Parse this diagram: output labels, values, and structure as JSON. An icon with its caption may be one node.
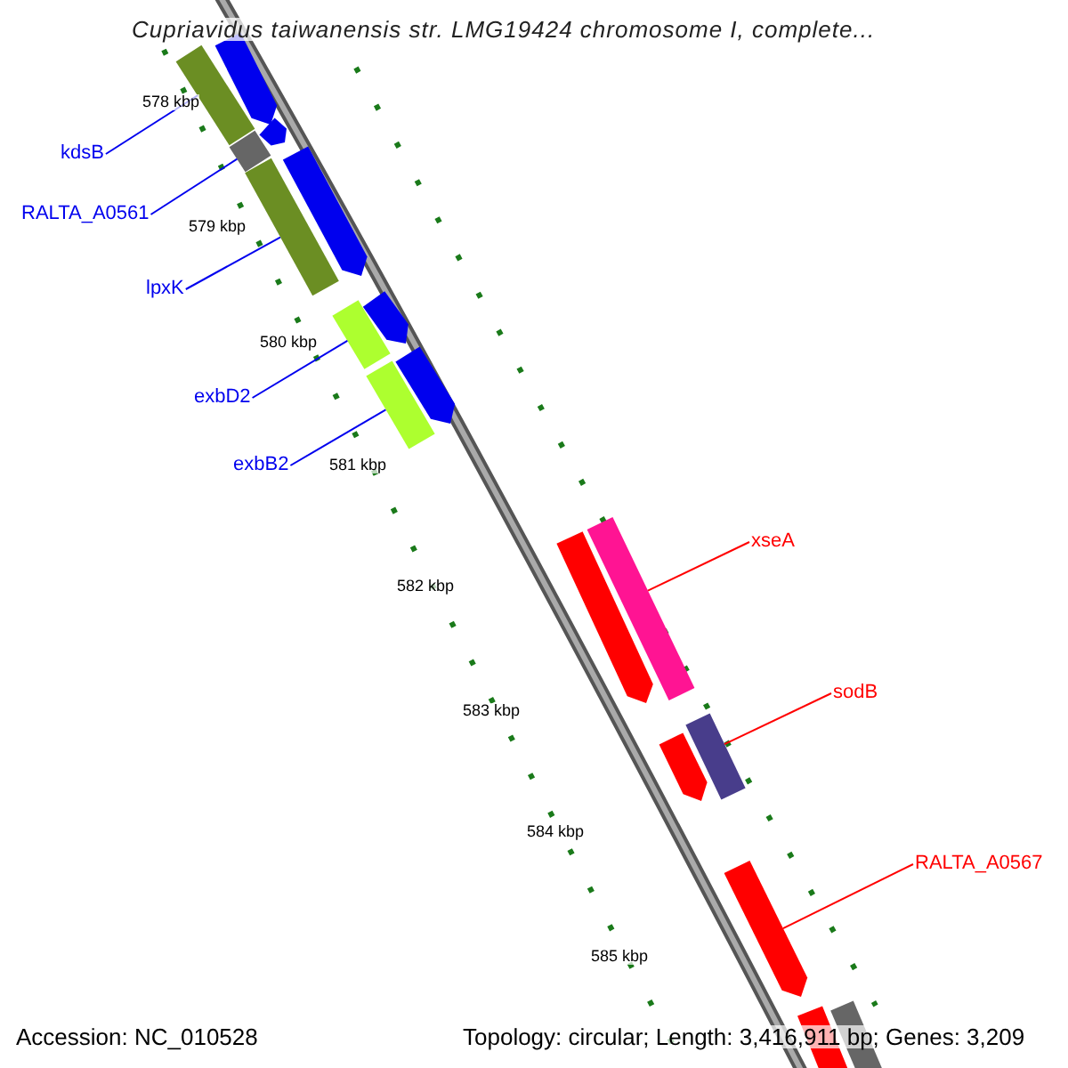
{
  "diagram": {
    "title": "Cupriavidus taiwanensis str. LMG19424 chromosome I, complete...",
    "nodes": [
      {
        "text": [
          "kdsB"
        ]
      },
      {
        "text": [
          "RALTA_A0561"
        ]
      },
      {
        "text": [
          "lpxK"
        ]
      },
      {
        "text": [
          "exbD2"
        ]
      },
      {
        "text": [
          "exbB2"
        ]
      },
      {
        "text": [
          "xseA"
        ]
      },
      {
        "text": [
          "sodB"
        ]
      },
      {
        "text": [
          "RALTA_A0567"
        ]
      },
      {
        "text": [],
        "shape": "bar"
      },
      {
        "text": [],
        "shape": "bar"
      },
      {
        "text": [],
        "shape": "bar"
      },
      {
        "text": [],
        "shape": "bar"
      },
      {
        "text": [],
        "shape": "bar"
      },
      {
        "text": [],
        "shape": "bar"
      },
      {
        "text": [],
        "shape": "bar"
      },
      {
        "text": [],
        "shape": "bar"
      },
      {
        "text": [],
        "shape": "bar"
      },
      {
        "text": [],
        "shape": "bar"
      },
      {
        "text": [],
        "shape": "bar"
      },
      {
        "text": [],
        "shape": "bar"
      },
      {
        "text": [],
        "shape": "bar"
      },
      {
        "text": [],
        "shape": "bar"
      },
      {
        "text": [],
        "shape": "bar"
      },
      {
        "text": [],
        "shape": "bar"
      },
      {
        "text": [],
        "shape": "bar"
      }
    ],
    "edges": [
      {
        "from": 0,
        "to": 8,
        "arrow": "none"
      },
      {
        "from": 1,
        "to": 9,
        "arrow": "none"
      },
      {
        "from": 2,
        "to": 10,
        "arrow": "none"
      },
      {
        "from": 3,
        "to": 11,
        "arrow": "none"
      },
      {
        "from": 4,
        "to": 12,
        "arrow": "none"
      },
      {
        "from": 5,
        "to": 13,
        "arrow": "none",
        "color": "#ff0000"
      },
      {
        "from": 6,
        "to": 14,
        "arrow": "none",
        "color": "#ff0000"
      },
      {
        "from": 7,
        "to": 15,
        "arrow": "none",
        "color": "#ff0000"
      }
    ],
    "labels": [
      "578 kbp",
      "579 kbp",
      "580 kbp",
      "581 kbp",
      "582 kbp",
      "583 kbp",
      "584 kbp",
      "585 kbp",
      "Accession: NC_010528",
      "Topology: circular; Length: 3,416,911 bp; Genes: 3,209"
    ]
  }
}
